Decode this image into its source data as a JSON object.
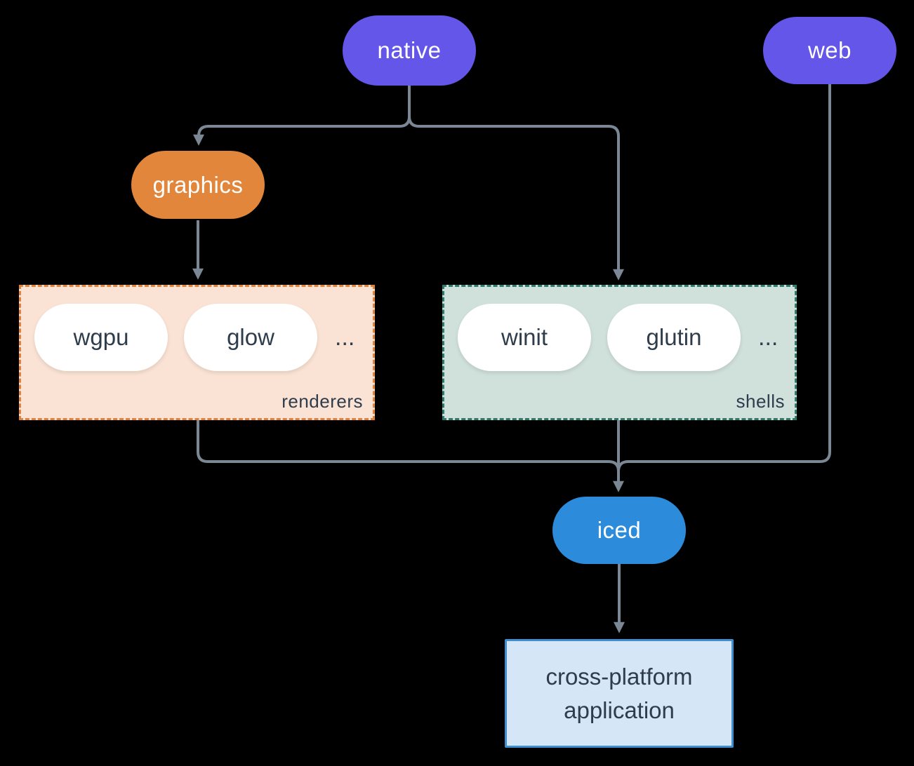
{
  "colors": {
    "background": "#000000",
    "purple": "#6356E8",
    "orange": "#E1863B",
    "blue": "#2C8CDB",
    "line": "#7B8794",
    "dark_text": "#2E3C4B",
    "peach_bg": "#FAE3D4",
    "peach_border": "#E0823C",
    "teal_bg": "#D0E0DB",
    "teal_border": "#2F7A6B",
    "app_bg": "#D5E6F7",
    "app_border": "#3E8FD0"
  },
  "nodes": {
    "native": {
      "label": "native"
    },
    "web": {
      "label": "web"
    },
    "graphics": {
      "label": "graphics"
    },
    "iced": {
      "label": "iced"
    },
    "app": {
      "label": "cross-platform application"
    }
  },
  "groups": {
    "renderers": {
      "label": "renderers",
      "items": [
        "wgpu",
        "glow"
      ],
      "ellipsis": "..."
    },
    "shells": {
      "label": "shells",
      "items": [
        "winit",
        "glutin"
      ],
      "ellipsis": "..."
    }
  },
  "edges": [
    {
      "from": "native",
      "to": "graphics"
    },
    {
      "from": "native",
      "to": "shells"
    },
    {
      "from": "graphics",
      "to": "renderers"
    },
    {
      "from": "renderers",
      "to": "iced"
    },
    {
      "from": "shells",
      "to": "iced"
    },
    {
      "from": "web",
      "to": "iced"
    },
    {
      "from": "iced",
      "to": "app"
    }
  ]
}
